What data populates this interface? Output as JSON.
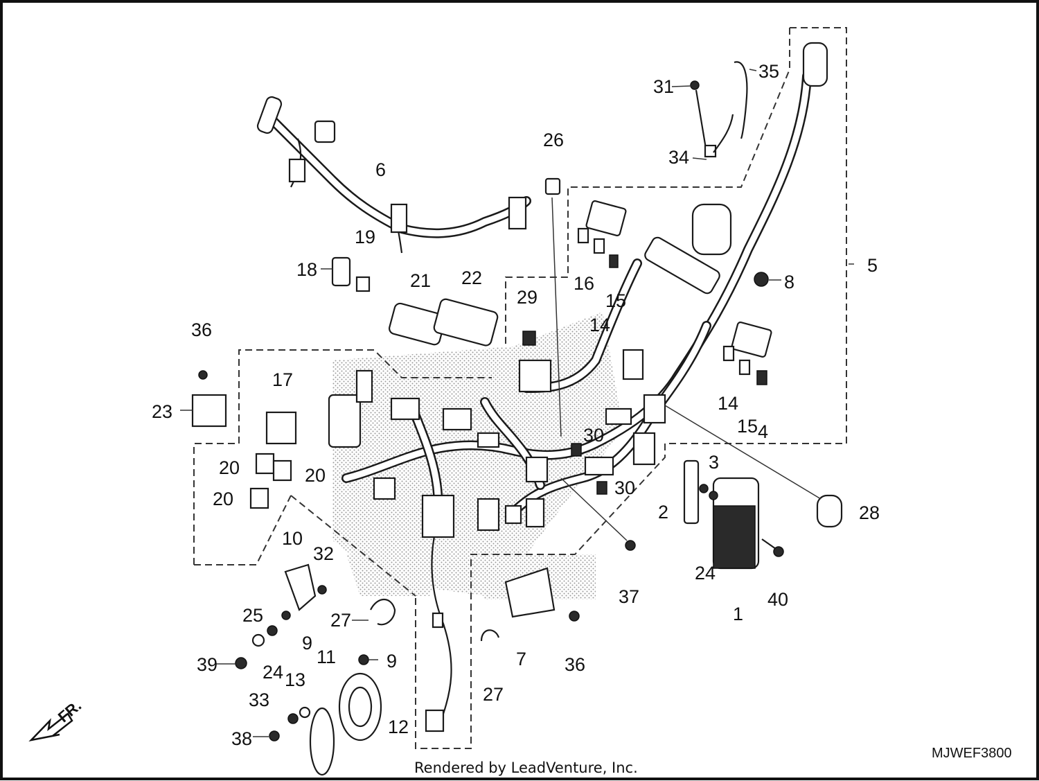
{
  "diagram": {
    "labels": {
      "p1": "1",
      "p2": "2",
      "p3": "3",
      "p4": "4",
      "p5": "5",
      "p6": "6",
      "p7": "7",
      "p8": "8",
      "p9a": "9",
      "p9b": "9",
      "p10": "10",
      "p11": "11",
      "p12": "12",
      "p13": "13",
      "p14a": "14",
      "p14b": "14",
      "p15a": "15",
      "p15b": "15",
      "p16": "16",
      "p17": "17",
      "p18": "18",
      "p19": "19",
      "p20a": "20",
      "p20b": "20",
      "p20c": "20",
      "p21": "21",
      "p22": "22",
      "p23": "23",
      "p24a": "24",
      "p24b": "24",
      "p25": "25",
      "p26": "26",
      "p27a": "27",
      "p27b": "27",
      "p28": "28",
      "p29": "29",
      "p30a": "30",
      "p30b": "30",
      "p31": "31",
      "p32": "32",
      "p33": "33",
      "p34": "34",
      "p35": "35",
      "p36a": "36",
      "p36b": "36",
      "p37": "37",
      "p38": "38",
      "p39": "39",
      "p40": "40"
    },
    "front_arrow": "FR.",
    "drawing_code": "MJWEF3800",
    "credit": "Rendered by LeadVenture, Inc."
  }
}
